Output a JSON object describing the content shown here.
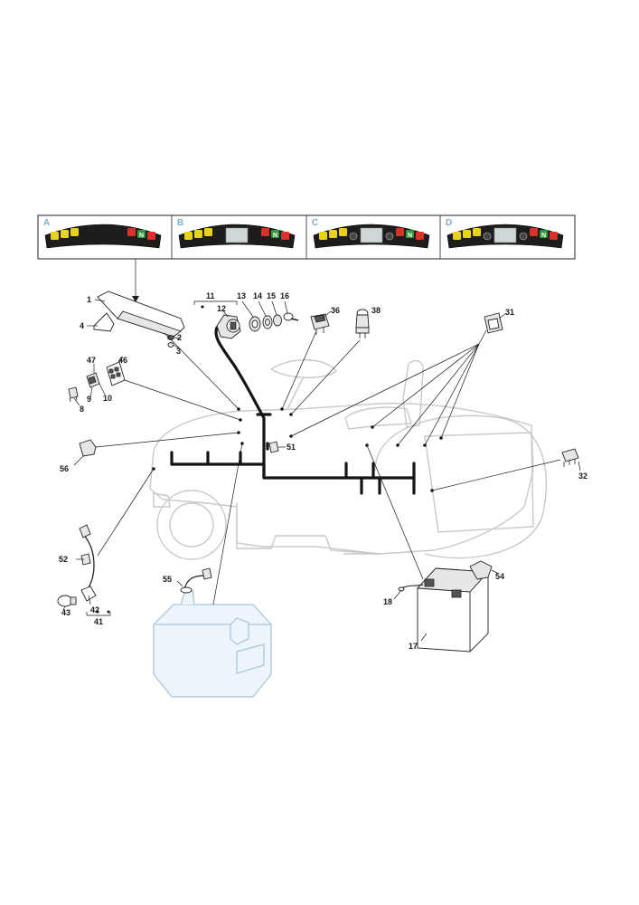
{
  "panels": [
    {
      "letter": "A",
      "has_screen": false,
      "has_knobs": false
    },
    {
      "letter": "B",
      "has_screen": true,
      "has_knobs": false
    },
    {
      "letter": "C",
      "has_screen": true,
      "has_knobs": true
    },
    {
      "letter": "D",
      "has_screen": true,
      "has_knobs": true
    }
  ],
  "panel_indicators": {
    "right_label": "N"
  },
  "callouts": {
    "p1": "1",
    "p2": "2",
    "p3": "3",
    "p4": "4",
    "p8": "8",
    "p9": "9",
    "p10": "10",
    "p11": "11",
    "p12": "12",
    "p13": "13",
    "p14": "14",
    "p15": "15",
    "p16": "16",
    "p17": "17",
    "p18": "18",
    "p31": "31",
    "p32": "32",
    "p36": "36",
    "p38": "38",
    "p41": "41",
    "p42": "42",
    "p43": "43",
    "p46": "46",
    "p47": "47",
    "p51": "51",
    "p52": "52",
    "p54": "54",
    "p55": "55",
    "p56": "56"
  },
  "colors": {
    "indicator_yellow": "#e8d21a",
    "indicator_red": "#d8322a",
    "indicator_green": "#2f9a3c",
    "panel_dark": "#1d1d1d",
    "tractor_outline": "#c9c9c9",
    "tank_outline": "#a9c7dd",
    "panel_letter": "#7aaed0"
  },
  "icons": [
    "ignition-switch-icon",
    "fuse-icon",
    "relay-icon",
    "battery-icon",
    "fuel-tank-icon",
    "headlight-bulb-icon"
  ]
}
